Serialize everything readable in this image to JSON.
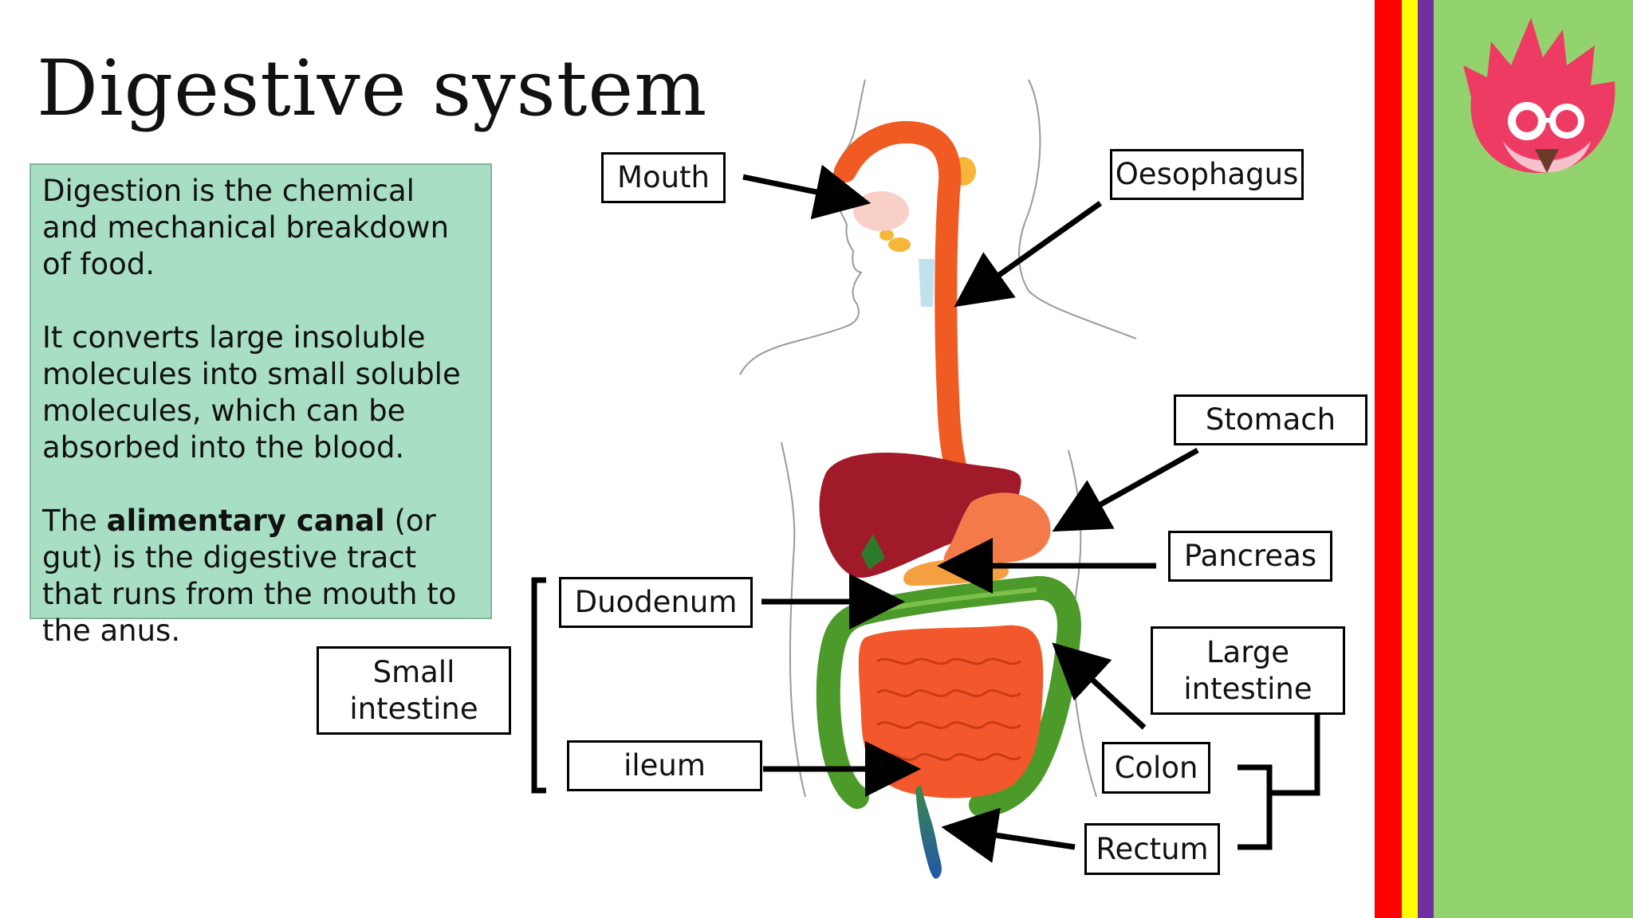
{
  "title": "Digestive system",
  "info": {
    "p1": "Digestion is the chemical and mechanical breakdown of food.",
    "p2": "It converts large insoluble molecules into small soluble molecules, which can be absorbed into the blood.",
    "p3_pre": "The ",
    "p3_bold": "alimentary canal",
    "p3_post": " (or gut) is the digestive tract that runs from the mouth to the anus."
  },
  "labels": {
    "mouth": "Mouth",
    "oesophagus": "Oesophagus",
    "stomach": "Stomach",
    "pancreas": "Pancreas",
    "duodenum": "Duodenum",
    "ileum": "ileum",
    "small_intestine": "Small intestine",
    "large_intestine": "Large intestine",
    "colon": "Colon",
    "rectum": "Rectum"
  },
  "colors": {
    "info_box": "#a8dfc4",
    "stripe_red": "#ff0000",
    "stripe_yellow": "#ffff00",
    "stripe_purple": "#7030a0",
    "side_panel": "#92d36e",
    "mascot": "#ee3b63",
    "oesophagus": "#f05a23",
    "liver": "#a11a2a",
    "small_intestine": "#f3582c",
    "large_intestine": "#4c9a2a"
  },
  "icons": [
    "mascot-logo-icon"
  ]
}
